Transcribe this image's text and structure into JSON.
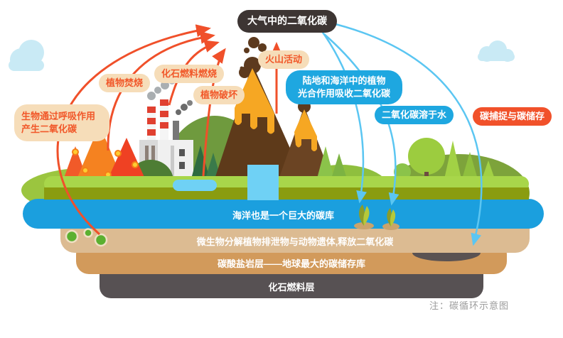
{
  "title_badge": "大气中的二氧化碳",
  "labels": {
    "respiration": "生物通过呼吸作用\n产生二氧化碳",
    "plant_burning": "植物焚烧",
    "fossil_fuel_burning": "化石燃料燃烧",
    "plant_destruction": "植物破坏",
    "volcano_activity": "火山活动",
    "photosynthesis": "陆地和海洋中的植物\n光合作用吸收二氧化碳",
    "co2_dissolves": "二氧化碳溶于水",
    "carbon_capture": "碳捕捉与碳储存"
  },
  "layers": [
    {
      "id": "ocean",
      "label": "海洋也是一个巨大的碳库",
      "color": "#1B9FDE"
    },
    {
      "id": "sediment",
      "label": "微生物分解植物排泄物与动物遗体,释放二氧化碳",
      "color": "#DCBB92"
    },
    {
      "id": "carbonate",
      "label": "碳酸盐岩层——地球最大的碳储存库",
      "color": "#D29A5B"
    },
    {
      "id": "fossil_fuel",
      "label": "化石燃料层",
      "color": "#575153"
    }
  ],
  "note": "注：碳循环示意图",
  "colors": {
    "emission_arrow_red": "#F0502A",
    "absorption_arrow_blue": "#5BC6F2",
    "dark_badge": "#3D3533",
    "tan_label_bg": "#F6DDB9",
    "tan_label_text": "#F1582A",
    "blue_badge": "#1EA7E0",
    "orange_badge": "#F1512A",
    "land_green": "#A8D64A",
    "land_olive": "#8A9C10"
  }
}
